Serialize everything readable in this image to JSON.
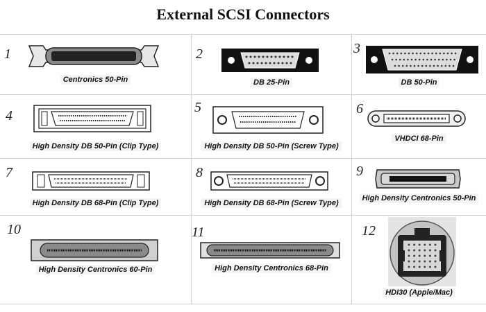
{
  "title": "External SCSI Connectors",
  "connectors": [
    {
      "number": "1",
      "label": "Centronics 50-Pin"
    },
    {
      "number": "2",
      "label": "DB 25-Pin"
    },
    {
      "number": "3",
      "label": "DB 50-Pin"
    },
    {
      "number": "4",
      "label": "High Density DB 50-Pin (Clip Type)"
    },
    {
      "number": "5",
      "label": "High Density DB 50-Pin (Screw Type)"
    },
    {
      "number": "6",
      "label": "VHDCI 68-Pin"
    },
    {
      "number": "7",
      "label": "High Density DB 68-Pin (Clip Type)"
    },
    {
      "number": "8",
      "label": "High Density DB 68-Pin (Screw Type)"
    },
    {
      "number": "9",
      "label": "High Density Centronics 50-Pin"
    },
    {
      "number": "10",
      "label": "High Density Centronics 60-Pin"
    },
    {
      "number": "11",
      "label": "High Density Centronics 68-Pin"
    },
    {
      "number": "12",
      "label": "HDI30 (Apple/Mac)"
    }
  ]
}
